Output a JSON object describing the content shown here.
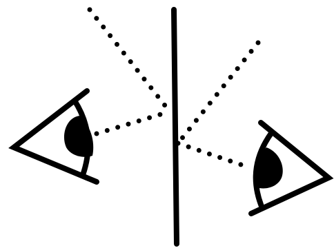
{
  "diagram": {
    "colors": {
      "background": "#ffffff",
      "stroke": "#000000",
      "pupil": "#000000"
    },
    "elements": [
      {
        "name": "vertical-barrier-line",
        "kind": "solid-line"
      },
      {
        "name": "left-eye-icon",
        "kind": "eye",
        "facing": "right"
      },
      {
        "name": "right-eye-icon",
        "kind": "eye",
        "facing": "left"
      },
      {
        "name": "left-eye-sight-line",
        "kind": "dotted-line"
      },
      {
        "name": "left-eye-reflected-line",
        "kind": "dotted-line"
      },
      {
        "name": "right-eye-sight-line",
        "kind": "dotted-line"
      },
      {
        "name": "right-eye-reflected-line",
        "kind": "dotted-line"
      }
    ]
  }
}
